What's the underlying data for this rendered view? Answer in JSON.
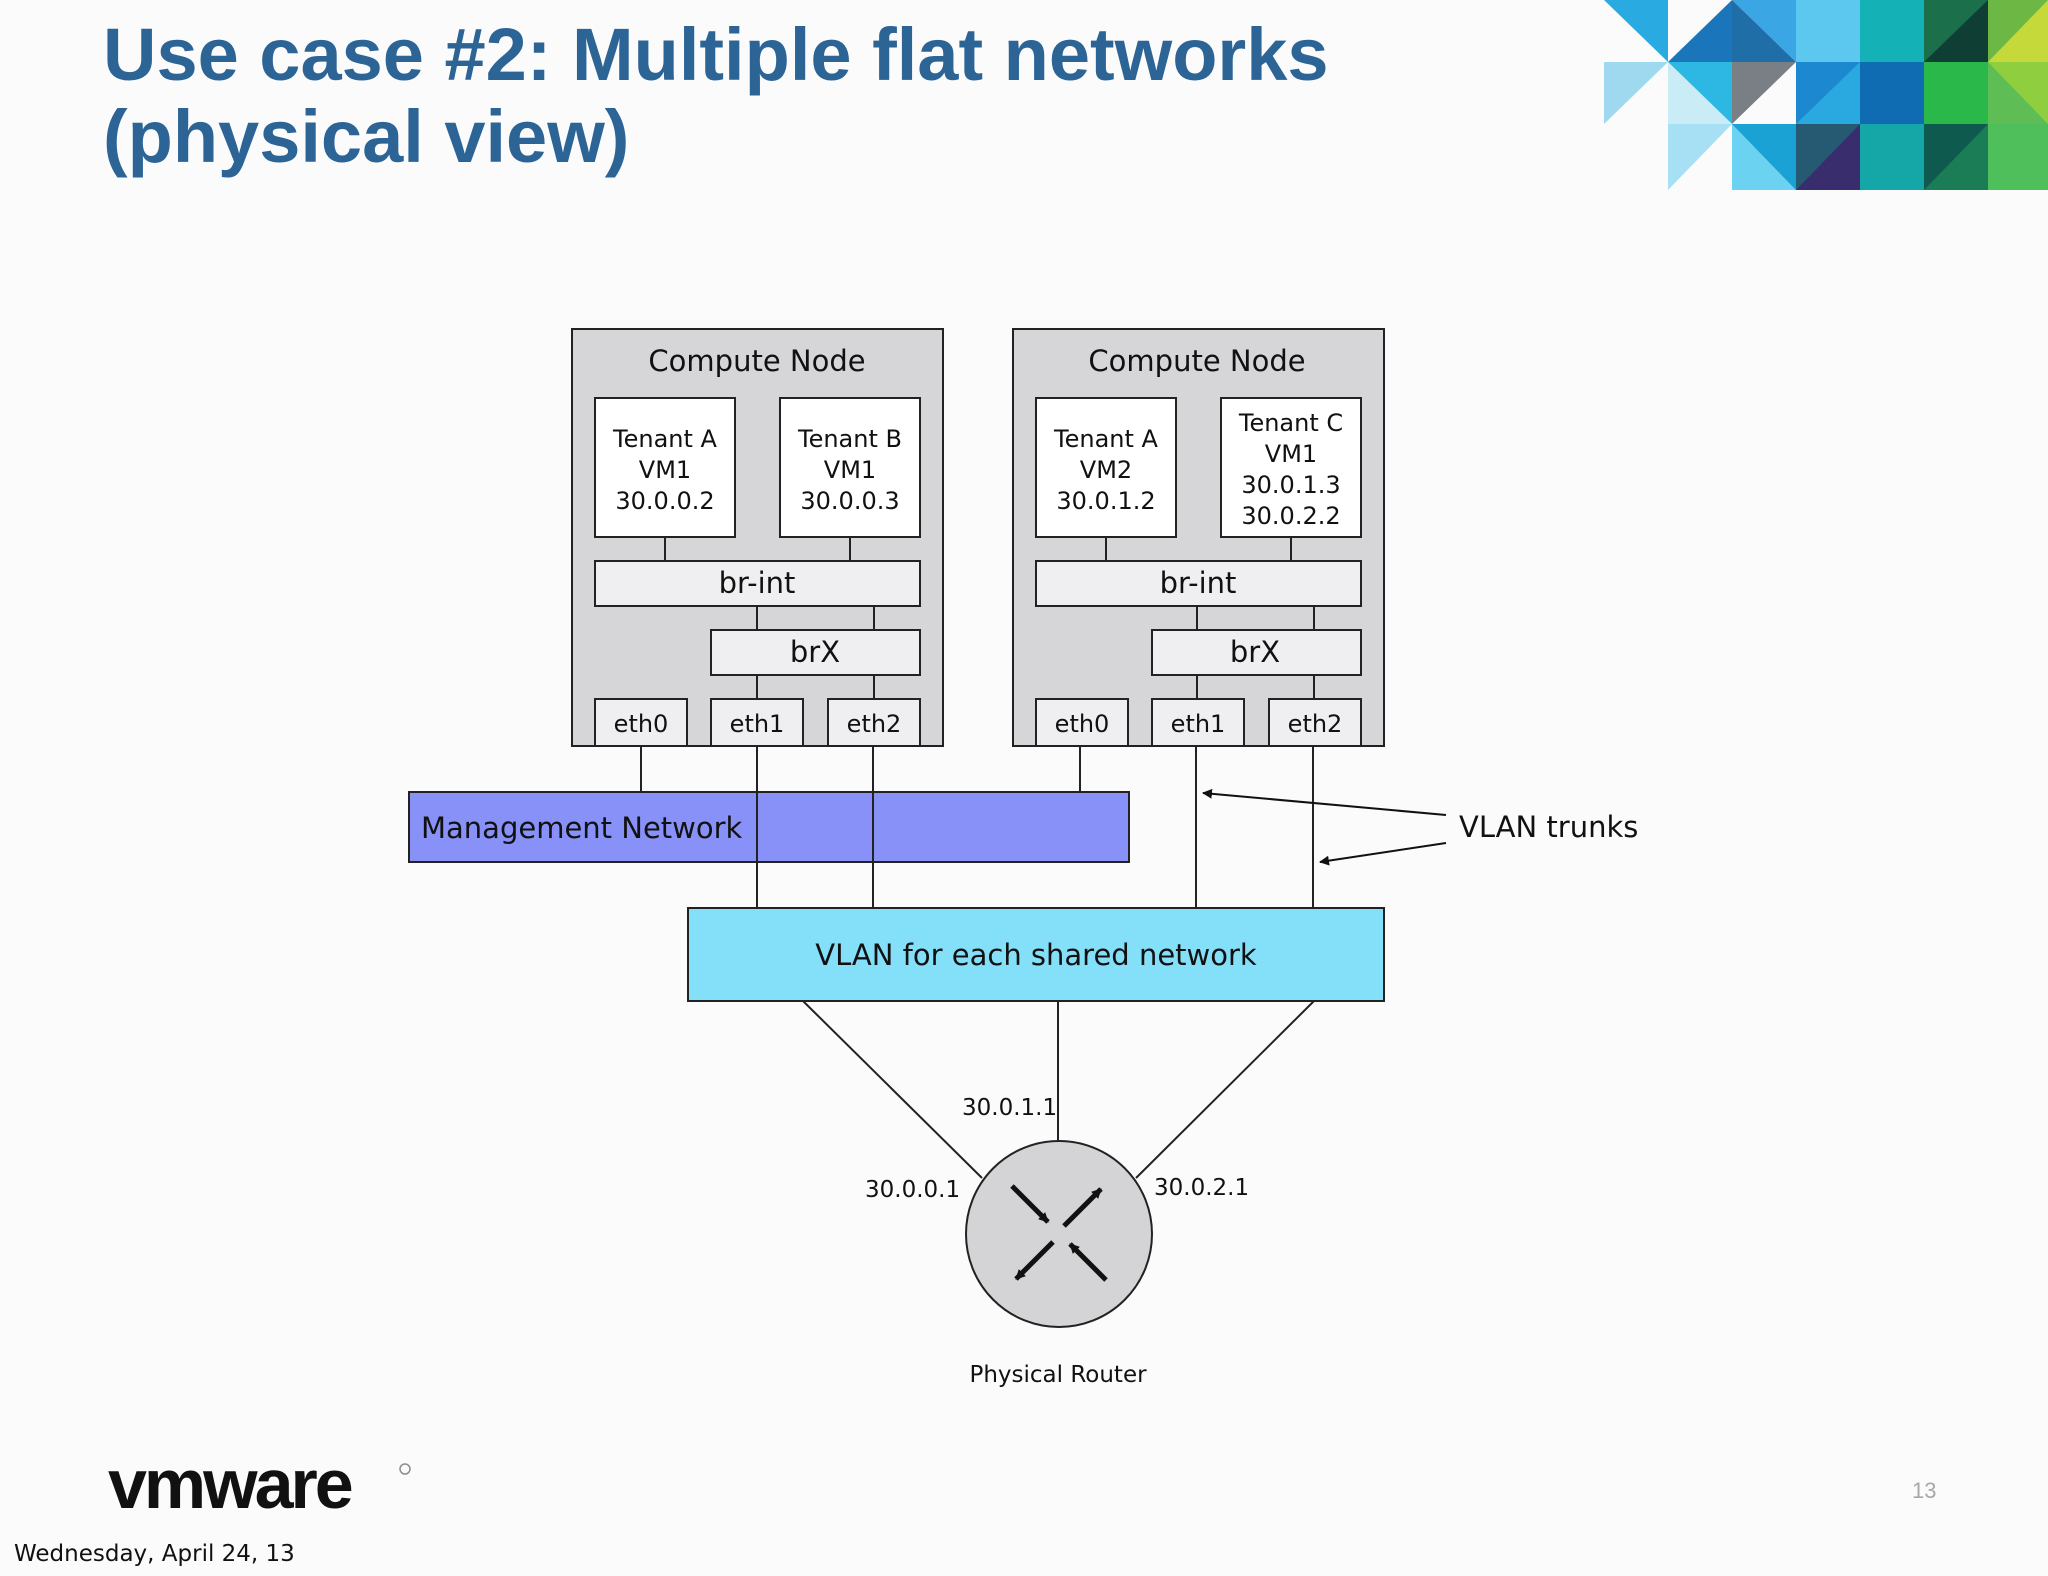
{
  "slide": {
    "title_line1": "Use case #2: Multiple flat networks",
    "title_line2": "(physical view)",
    "page_number": "13",
    "date": "Wednesday, April 24, 13",
    "logo_text": "vmware"
  },
  "diagram": {
    "nodes": [
      {
        "label": "Compute Node",
        "vms": [
          {
            "lines": [
              "Tenant A",
              "VM1",
              "30.0.0.2"
            ]
          },
          {
            "lines": [
              "Tenant B",
              "VM1",
              "30.0.0.3"
            ]
          }
        ],
        "br_int": "br-int",
        "brx": "brX",
        "nics": [
          "eth0",
          "eth1",
          "eth2"
        ]
      },
      {
        "label": "Compute Node",
        "vms": [
          {
            "lines": [
              "Tenant A",
              "VM2",
              "30.0.1.2"
            ]
          },
          {
            "lines": [
              "Tenant C",
              "VM1",
              "30.0.1.3",
              "30.0.2.2"
            ]
          }
        ],
        "br_int": "br-int",
        "brx": "brX",
        "nics": [
          "eth0",
          "eth1",
          "eth2"
        ]
      }
    ],
    "management_network": "Management Network",
    "vlan_bar": "VLAN for each shared network",
    "vlan_trunks_label": "VLAN trunks",
    "router_label": "Physical Router",
    "router_ips": [
      "30.0.0.1",
      "30.0.1.1",
      "30.0.2.1"
    ],
    "colors": {
      "management": "#8891f7",
      "vlan": "#84dff9",
      "node_bg": "#d6d5d7",
      "bridge_bg": "#efeef0",
      "router": "#d4d3d5",
      "title": "#2d6496"
    }
  }
}
